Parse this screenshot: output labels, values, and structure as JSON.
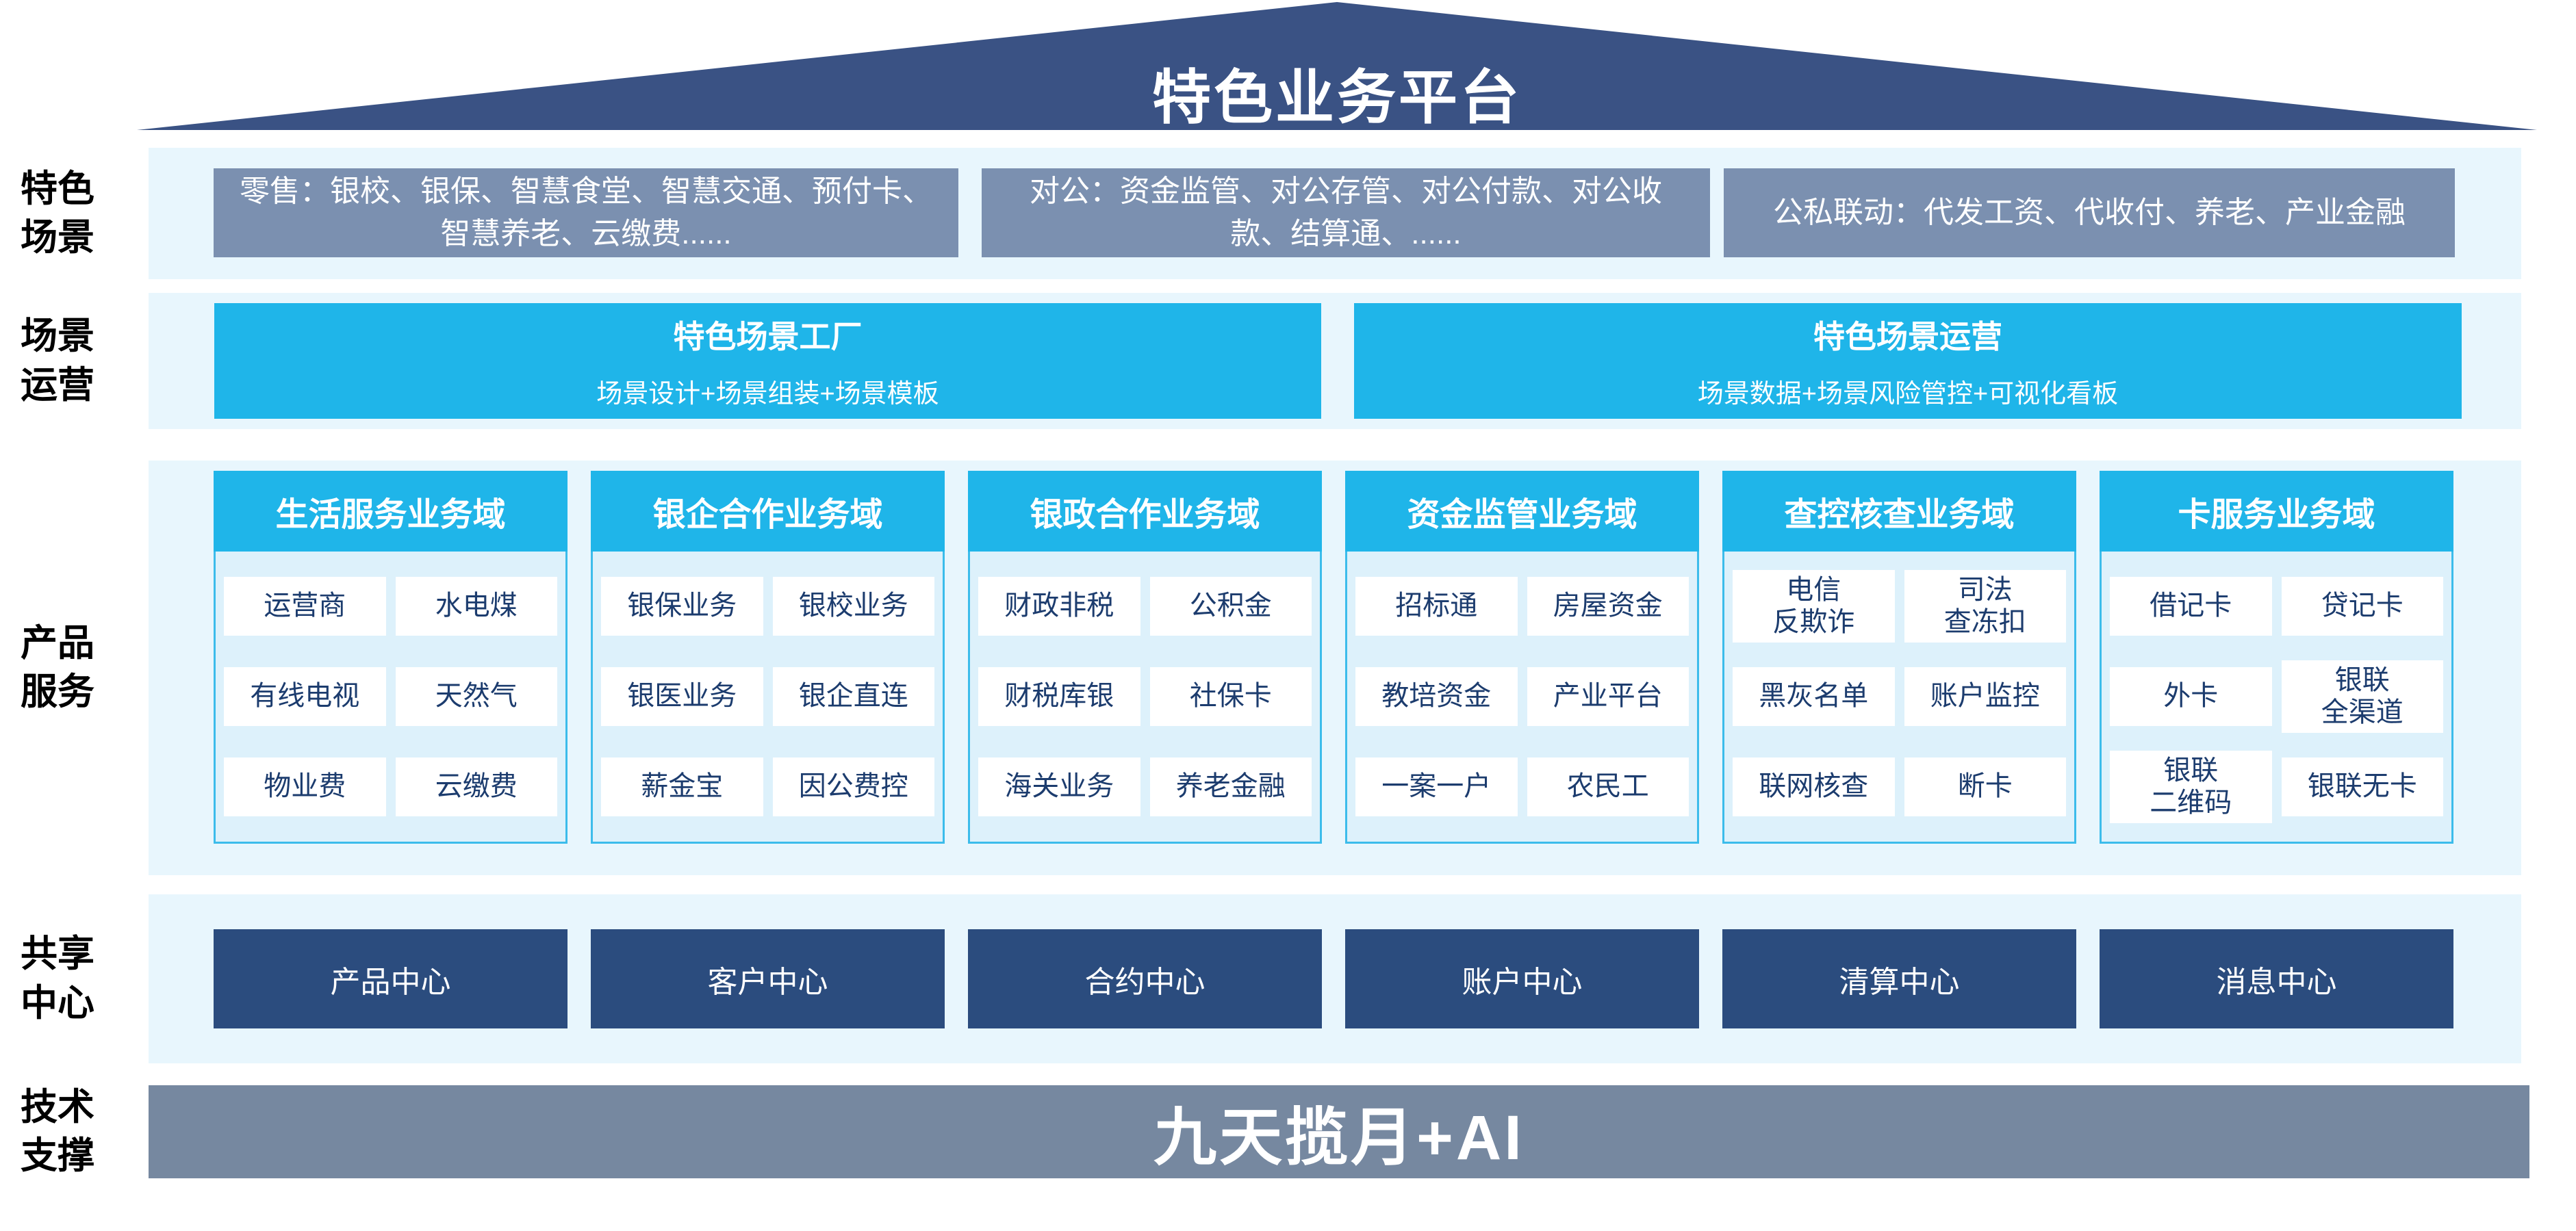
{
  "title": "特色业务平台",
  "sections": {
    "scene": {
      "label": "特色\n场景",
      "boxes": [
        "零售：银校、银保、智慧食堂、智慧交通、预付卡、智慧养老、云缴费......",
        "对公：资金监管、对公存管、对公付款、对公收款、结算通、......",
        "公私联动：代发工资、代收付、养老、产业金融"
      ]
    },
    "operation": {
      "label": "场景\n运营",
      "boxes": [
        {
          "title": "特色场景工厂",
          "subtitle": "场景设计+场景组装+场景模板"
        },
        {
          "title": "特色场景运营",
          "subtitle": "场景数据+场景风险管控+可视化看板"
        }
      ]
    },
    "products": {
      "label": "产品\n服务",
      "columns": [
        {
          "header": "生活服务业务域",
          "cells": [
            "运营商",
            "水电煤",
            "有线电视",
            "天然气",
            "物业费",
            "云缴费"
          ]
        },
        {
          "header": "银企合作业务域",
          "cells": [
            "银保业务",
            "银校业务",
            "银医业务",
            "银企直连",
            "薪金宝",
            "因公费控"
          ]
        },
        {
          "header": "银政合作业务域",
          "cells": [
            "财政非税",
            "公积金",
            "财税库银",
            "社保卡",
            "海关业务",
            "养老金融"
          ]
        },
        {
          "header": "资金监管业务域",
          "cells": [
            "招标通",
            "房屋资金",
            "教培资金",
            "产业平台",
            "一案一户",
            "农民工"
          ]
        },
        {
          "header": "查控核查业务域",
          "cells": [
            "电信\n反欺诈",
            "司法\n查冻扣",
            "黑灰名单",
            "账户监控",
            "联网核查",
            "断卡"
          ]
        },
        {
          "header": "卡服务业务域",
          "cells": [
            "借记卡",
            "贷记卡",
            "外卡",
            "银联\n全渠道",
            "银联\n二维码",
            "银联无卡"
          ]
        }
      ]
    },
    "centers": {
      "label": "共享\n中心",
      "boxes": [
        "产品中心",
        "客户中心",
        "合约中心",
        "账户中心",
        "清算中心",
        "消息中心"
      ]
    },
    "tech": {
      "label": "技术\n支撑",
      "text": "九天揽月+AI"
    }
  },
  "colors": {
    "roof": "#3A5284",
    "band": "#E8F6FD",
    "scene_box": "#7B90B0",
    "accent_cyan": "#1FB5E9",
    "column_body": "#DDF1FB",
    "column_border": "#3CBCEB",
    "cell_text": "#1C3C6E",
    "center_box": "#2B4C7E",
    "tech_bar": "#7688A0"
  }
}
